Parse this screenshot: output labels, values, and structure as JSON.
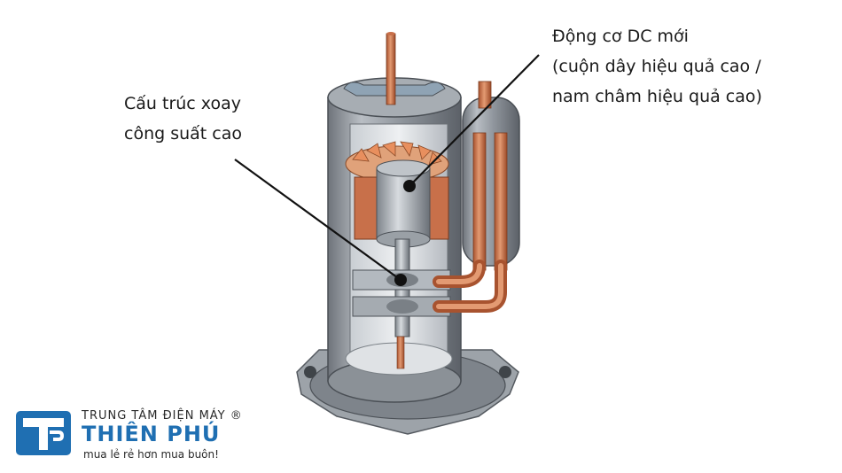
{
  "labels": {
    "motor": {
      "line1": "Động cơ DC mới",
      "line2": "(cuộn dây hiệu quả cao /",
      "line3": "nam châm hiệu quả cao)"
    },
    "rotary": {
      "line1": "Cấu trúc xoay",
      "line2": "công suất cao"
    }
  },
  "brand": {
    "small_text": "TRUNG TÂM ĐIỆN MÁY ®",
    "name": "THIÊN PHÚ",
    "slogan": "mua lẻ rẻ hơn mua buôn!",
    "icon": "tp-logo-icon",
    "color": "#1f6fb2"
  },
  "colors": {
    "copper": "#c8704a",
    "shell": "#9aa0a6",
    "leader": "#111111"
  }
}
